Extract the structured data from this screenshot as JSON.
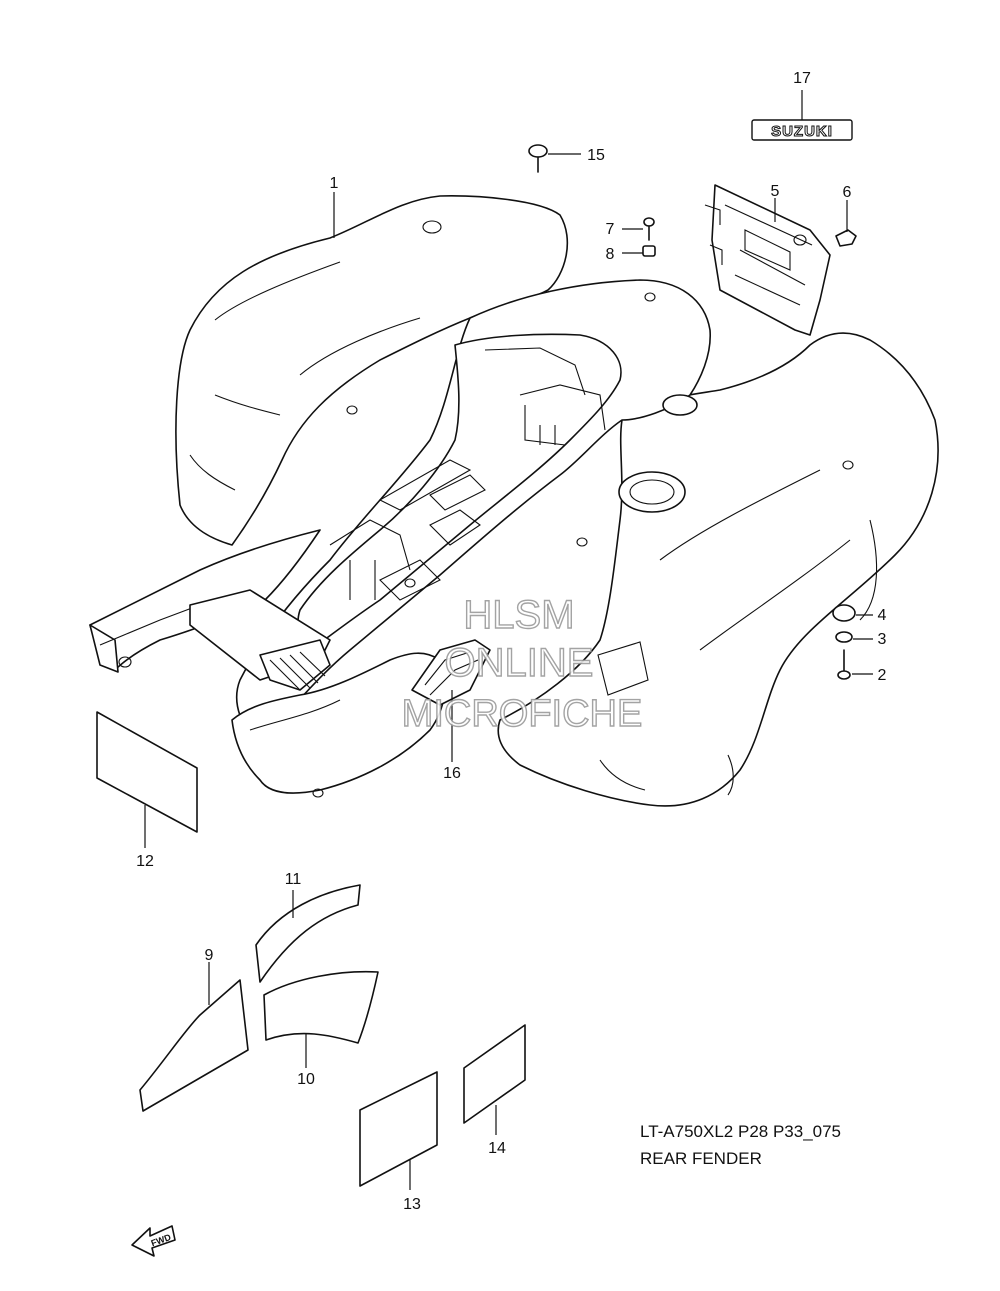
{
  "diagram": {
    "model_code": "LT-A750XL2 P28 P33_075",
    "title": "REAR FENDER",
    "watermark": [
      "HLSM",
      "ONLINE",
      "MICROFICHE"
    ],
    "emblem_text": "SUZUKI",
    "direction_label": "FWD",
    "callouts": [
      {
        "id": "1",
        "label": "1"
      },
      {
        "id": "2",
        "label": "2"
      },
      {
        "id": "3",
        "label": "3"
      },
      {
        "id": "4",
        "label": "4"
      },
      {
        "id": "5",
        "label": "5"
      },
      {
        "id": "6",
        "label": "6"
      },
      {
        "id": "7",
        "label": "7"
      },
      {
        "id": "8",
        "label": "8"
      },
      {
        "id": "9",
        "label": "9"
      },
      {
        "id": "10",
        "label": "10"
      },
      {
        "id": "11",
        "label": "11"
      },
      {
        "id": "12",
        "label": "12"
      },
      {
        "id": "13",
        "label": "13"
      },
      {
        "id": "14",
        "label": "14"
      },
      {
        "id": "15",
        "label": "15"
      },
      {
        "id": "16",
        "label": "16"
      },
      {
        "id": "17",
        "label": "17"
      }
    ]
  }
}
